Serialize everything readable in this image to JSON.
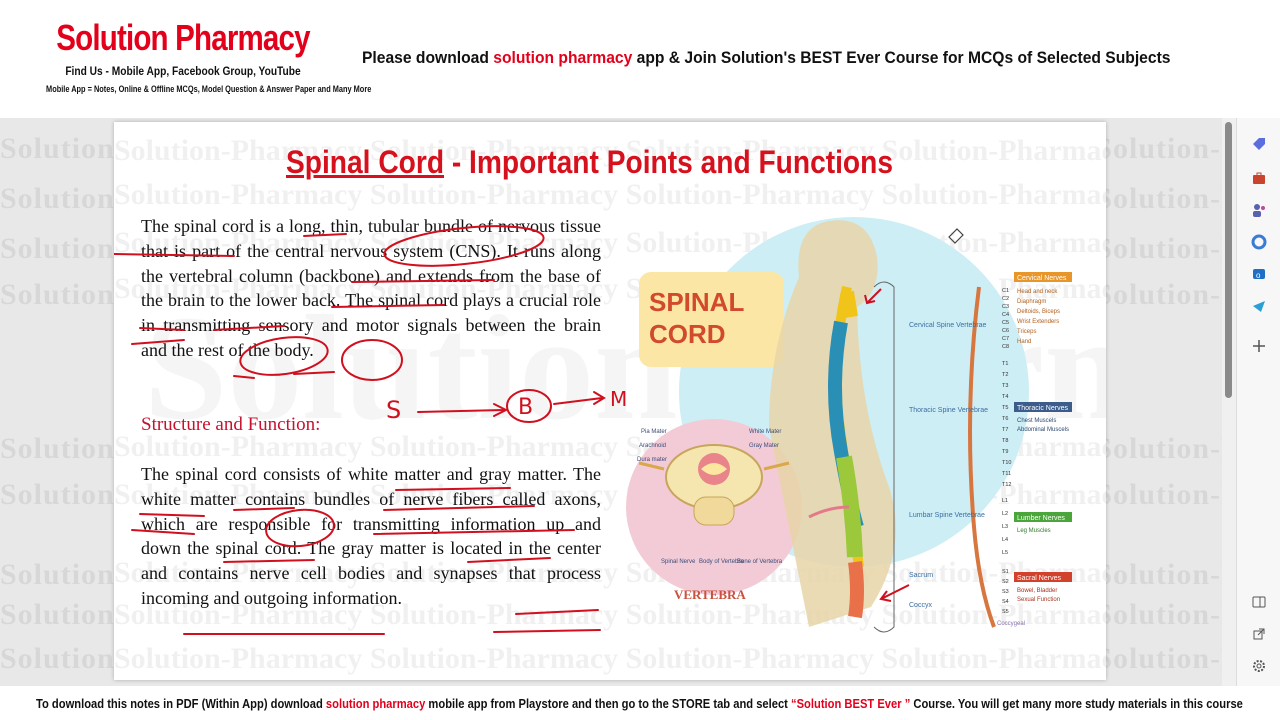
{
  "banner": {
    "brand_title": "Solution Pharmacy",
    "find_us": "Find Us  -  Mobile App, Facebook Group, YouTube",
    "mobile_app": "Mobile App = Notes, Online & Offline MCQs, Model Question & Answer Paper and Many More",
    "promo_before": "Please download ",
    "promo_highlight": "solution pharmacy",
    "promo_after": " app & Join Solution's BEST Ever Course  for MCQs of Selected Subjects"
  },
  "watermark": {
    "text": "Solution-Pharmacy",
    "big_text": "Solution-Pharmacy"
  },
  "page": {
    "title_underlined": "Spinal Cord",
    "title_rest": "  - Important Points and Functions",
    "paragraph1": "The spinal cord is a long, thin, tubular bundle of nervous tissue that is part of the central nervous system (CNS). It runs along the vertebral column (backbone) and extends from the base of the brain to the lower back. The spinal cord plays a crucial role in transmitting sensory and motor signals between the brain and the rest of the body.",
    "subheading": "Structure and Function:",
    "paragraph2": "The spinal cord consists of white matter and gray matter. The white matter contains bundles of nerve fibers called axons, which are responsible for transmitting information up and down the spinal cord. The gray matter is located in the center and contains nerve cell bodies and synapses that process incoming and outgoing information.",
    "annotation_s": "S",
    "annotation_b": "B",
    "annotation_m": "M"
  },
  "diagram": {
    "spinal_label_1": "SPINAL",
    "spinal_label_2": "CORD",
    "vertebra_label": "VERTEBRA",
    "vertebra_parts": [
      "Pia Mater",
      "Arachnoid",
      "Dura mater",
      "White Mater",
      "Gray Mater",
      "Spinal Nerve",
      "Body of Vertebra",
      "Bone of Vertebra"
    ],
    "regions": [
      "Cervical Spine Vertebrae",
      "Thoracic Spine Vertebrae",
      "Lumbar Spine Vertebrae",
      "Sacrum",
      "Coccyx"
    ],
    "nerve_levels": [
      "C1",
      "C2",
      "C3",
      "C4",
      "C5",
      "C6",
      "C7",
      "C8",
      "T1",
      "T2",
      "T3",
      "T4",
      "T5",
      "T6",
      "T7",
      "T8",
      "T9",
      "T10",
      "T11",
      "T12",
      "L1",
      "L2",
      "L3",
      "L4",
      "L5",
      "S1",
      "S2",
      "S3",
      "S4",
      "S5"
    ],
    "cervical_nerves": {
      "title": "Cervical Nerves",
      "items": [
        "Head and neck",
        "Diaphragm",
        "Deltoids, Biceps",
        "Wrist Extenders",
        "Triceps",
        "Hand"
      ]
    },
    "thoracic_nerves": {
      "title": "Thoracic Nerves",
      "items": [
        "Chest Muscels",
        "Abdominal Muscels"
      ]
    },
    "lumbar_nerves": {
      "title": "Lumber Nerves",
      "items": [
        "Leg Muscles"
      ]
    },
    "sacral_nerves": {
      "title": "Sacral Nerves",
      "items": [
        "Bowel, Bladder",
        "Sexual Function"
      ]
    },
    "coccygeal": "Coccygeal",
    "colors": {
      "cervical": "#f0c419",
      "thoracic": "#2a8fb5",
      "lumbar": "#9cc93b",
      "sacral": "#e8714a",
      "tag_orange": "#e8962a",
      "tag_blue": "#3c5d8c",
      "tag_green": "#4aa53a",
      "tag_red": "#d1412b"
    }
  },
  "sidebar": {
    "icons": [
      "tag-icon",
      "briefcase-icon",
      "people-icon",
      "copilot-icon",
      "outlook-icon",
      "send-icon",
      "add-icon",
      "split-screen-icon",
      "external-link-icon",
      "settings-icon"
    ]
  },
  "footer": {
    "before": "To download this notes in PDF (Within App) download ",
    "highlight1": "solution pharmacy",
    "middle": " mobile app from Playstore and then go to the STORE tab and select ",
    "highlight2": "“Solution BEST Ever ”",
    "after": " Course. You will get many more study materials in this course"
  }
}
